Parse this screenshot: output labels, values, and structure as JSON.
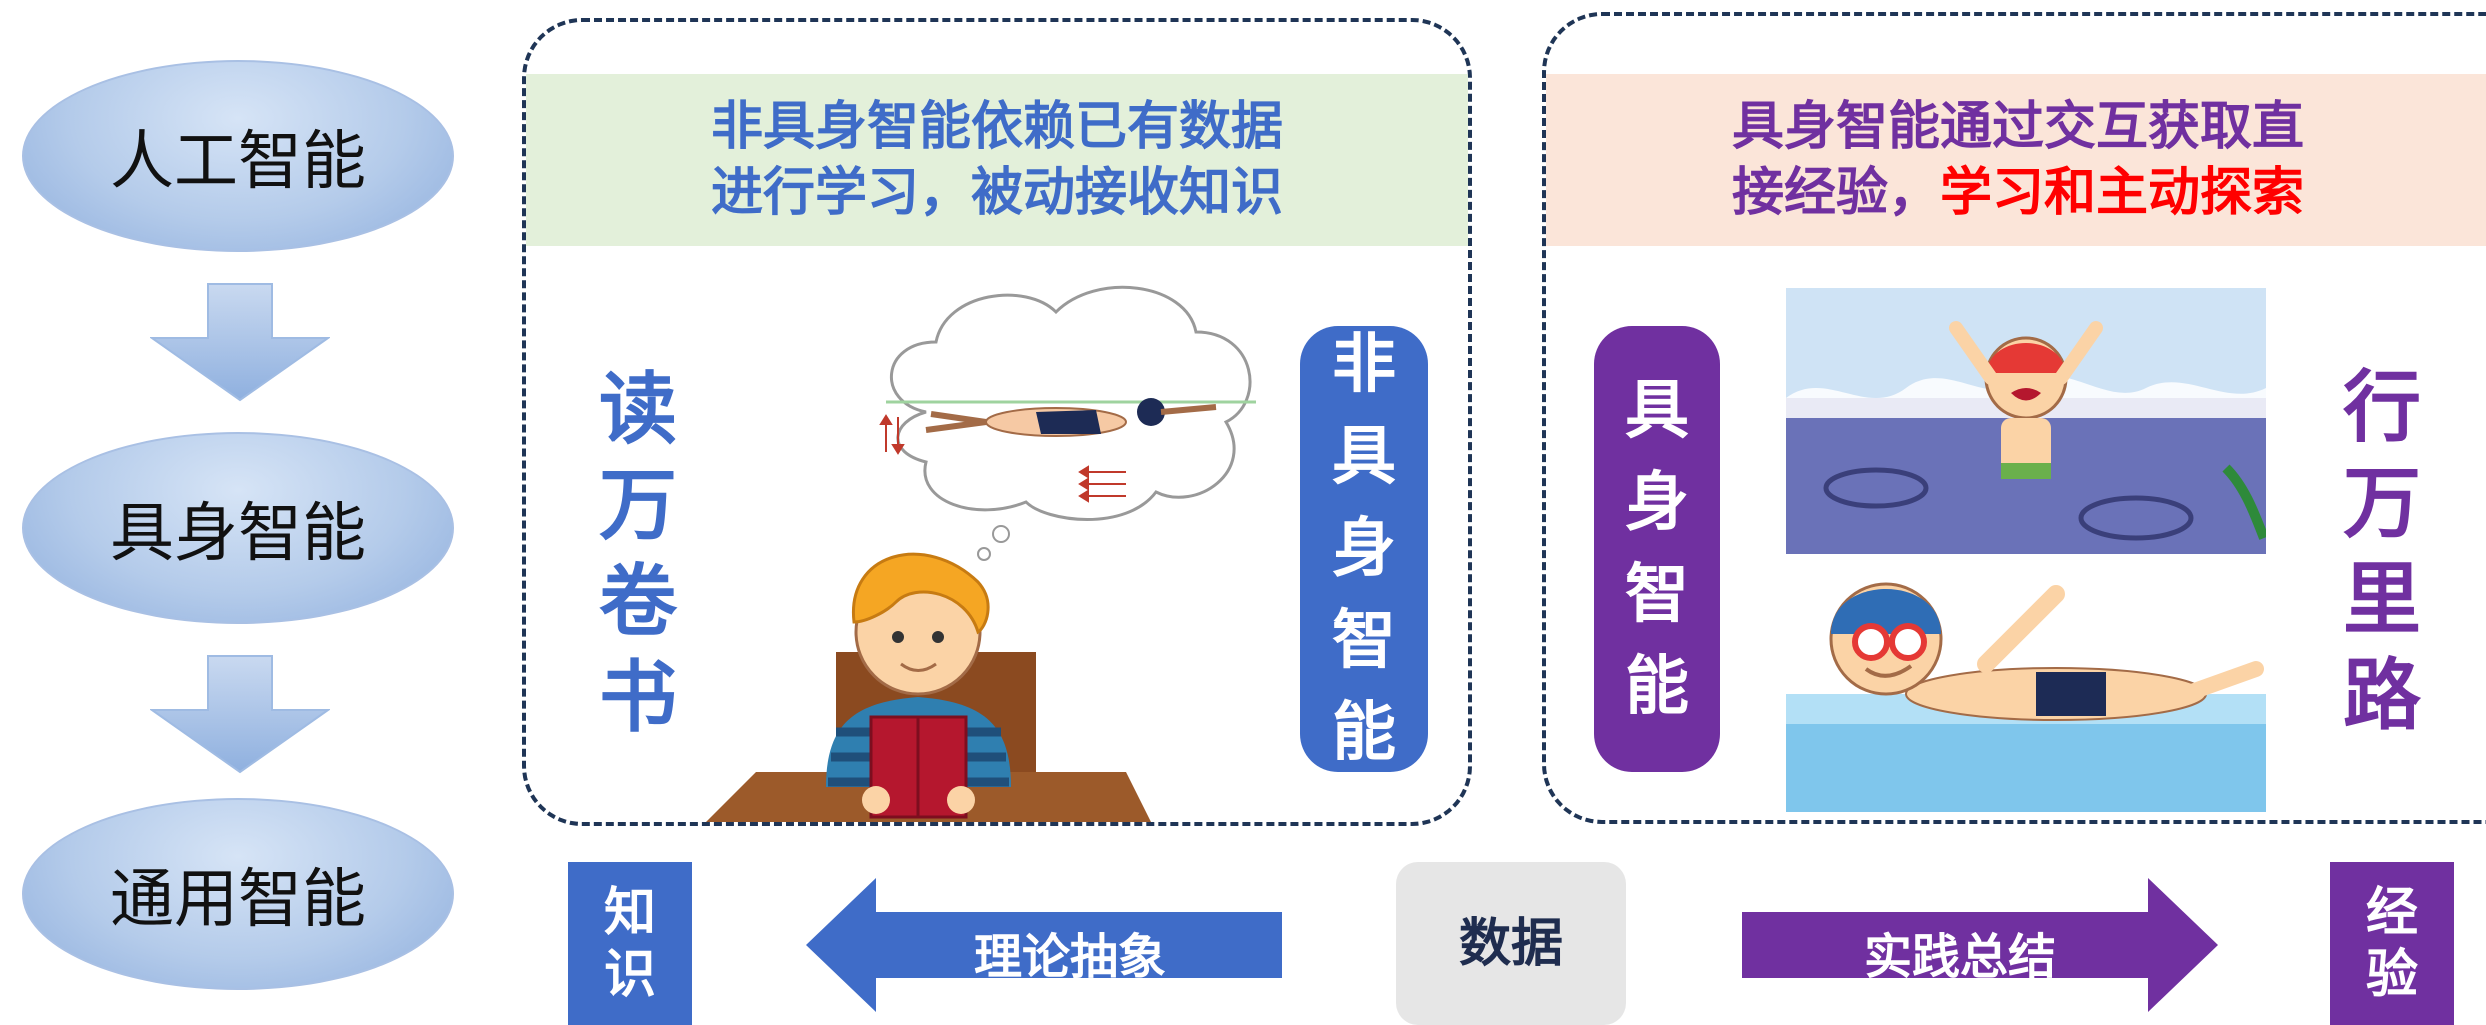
{
  "levels": [
    "人工智能",
    "具身智能",
    "通用智能"
  ],
  "left_panel": {
    "header_line1": "非具身智能依赖已有数据",
    "header_line2": "进行学习，被动接收知识",
    "side_text": [
      "读",
      "万",
      "卷",
      "书"
    ],
    "pill_text": [
      "非",
      "具",
      "身",
      "智",
      "能"
    ]
  },
  "right_panel": {
    "header_line1": "具身智能通过交互获取直",
    "header_line2a": "接经验，",
    "header_line2b": "学习和主动探索",
    "pill_text": [
      "具",
      "身",
      "智",
      "能"
    ],
    "side_text": [
      "行",
      "万",
      "里",
      "路"
    ]
  },
  "bottom": {
    "knowledge": [
      "知",
      "识"
    ],
    "left_arrow_label": "理论抽象",
    "data_label": "数据",
    "right_arrow_label": "实践总结",
    "experience": [
      "经",
      "验"
    ]
  },
  "colors": {
    "blue": "#3f6cc8",
    "purple": "#7030a0",
    "red": "#ff0000",
    "green_band": "#e3f0da",
    "peach_band": "#fbe5d9",
    "dashed_border": "#1f3556"
  }
}
